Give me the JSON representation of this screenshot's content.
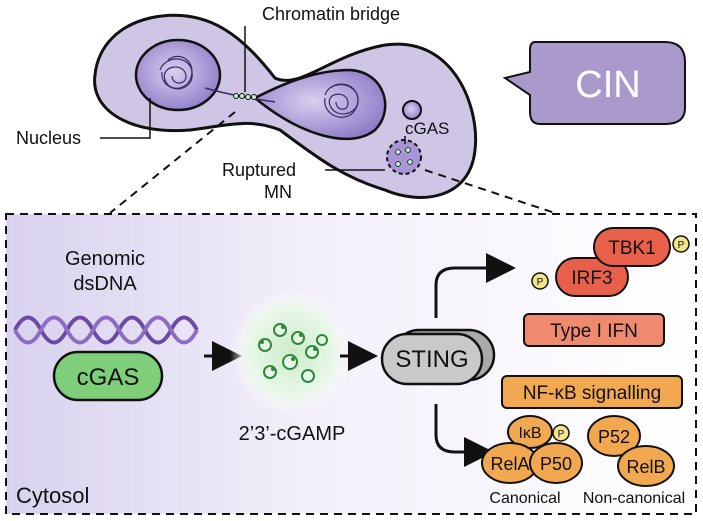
{
  "labels": {
    "chromatin_bridge": "Chromatin bridge",
    "nucleus": "Nucleus",
    "cin": "CIN",
    "cgas_top": "cGAS",
    "ruptured_line1": "Ruptured",
    "ruptured_line2": "MN",
    "genomic_line1": "Genomic",
    "genomic_line2": "dsDNA",
    "cgas_main": "cGAS",
    "cgamp": "2’3’-cGAMP",
    "sting": "STING",
    "tbk1": "TBK1",
    "irf3": "IRF3",
    "p_tbk1": "P",
    "p_irf3": "P",
    "type1_ifn": "Type I IFN",
    "nfkb": "NF-κB signalling",
    "ikb": "IκB",
    "p_ikb": "P",
    "rela": "RelA",
    "p50": "P50",
    "p52": "P52",
    "relb": "RelB",
    "canonical": "Canonical",
    "non_canonical": "Non-canonical",
    "cytosol": "Cytosol"
  },
  "colors": {
    "cell_fill": "#cfc6e6",
    "nucleus_fill": "#8f7cc8",
    "dna_purple": "#6a4aa6",
    "cin_box": "#a99acb",
    "cgas_green": "#7fcf7a",
    "cgamp_green": "#6dc46a",
    "sting_grey": "#c9c9c9",
    "tbk1_red": "#e8604a",
    "type1_box": "#f08a6e",
    "nfkb_orange": "#f2a851",
    "phospho_yellow": "#f5e58a"
  }
}
